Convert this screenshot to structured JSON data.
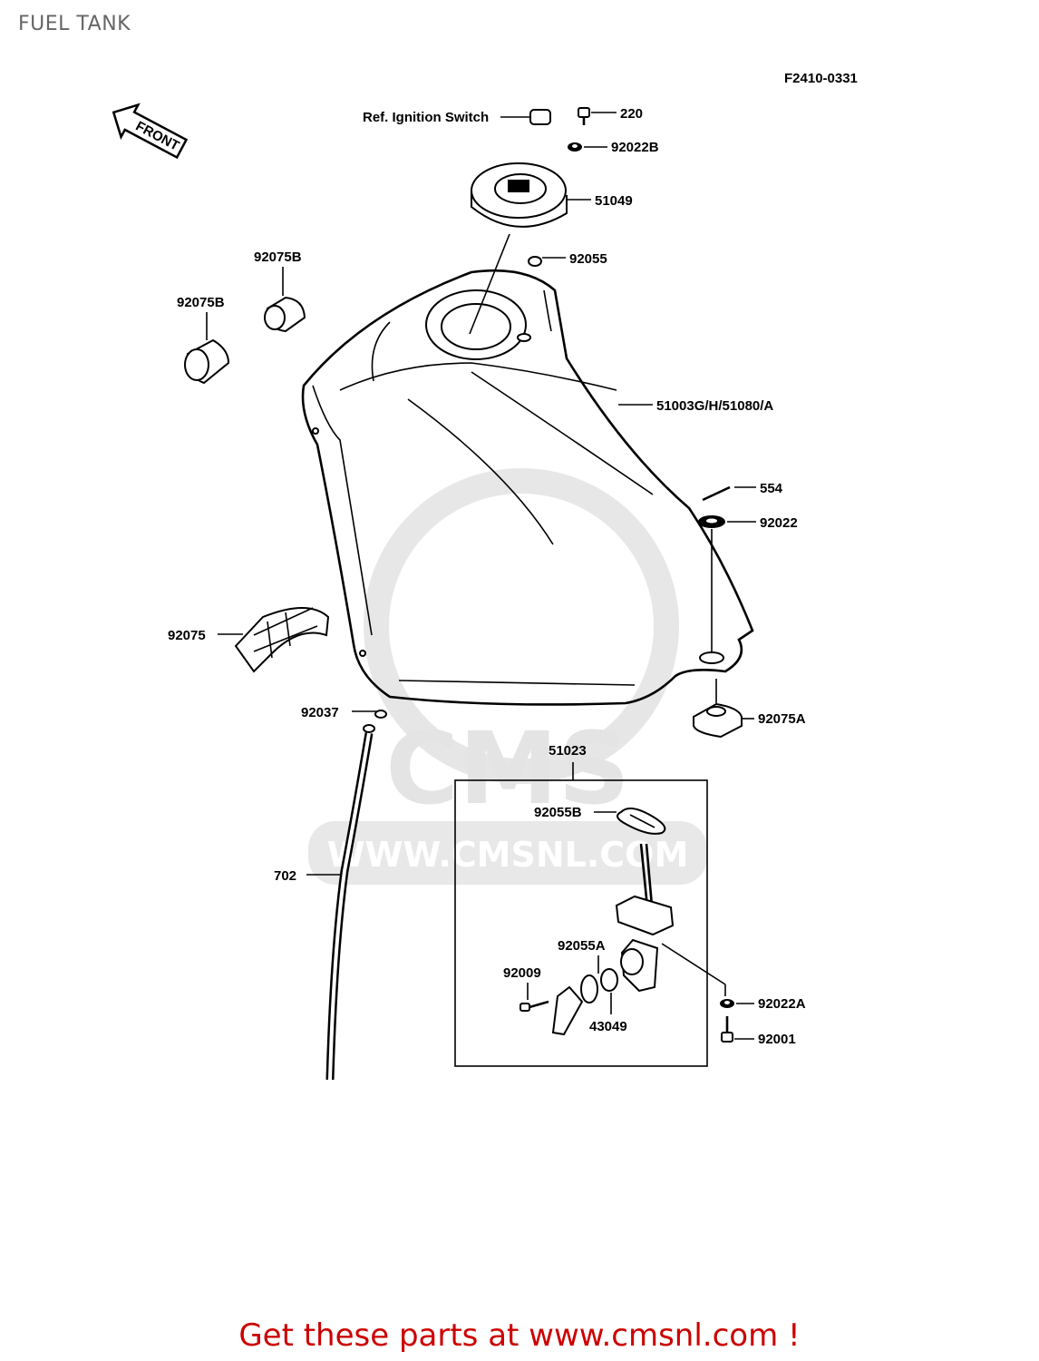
{
  "page": {
    "title": "FUEL TANK"
  },
  "diagram": {
    "code": "F2410-0331",
    "front_label": "FRONT",
    "watermark": {
      "text": "CMS",
      "url": "WWW.CMSNL.COM"
    },
    "parts": {
      "ref_ignition": "Ref. Ignition Switch",
      "p220": "220",
      "p92022b": "92022B",
      "p51049": "51049",
      "p92055": "92055",
      "p92075b_1": "92075B",
      "p92075b_2": "92075B",
      "p51003": "51003G/H/51080/A",
      "p554": "554",
      "p92022": "92022",
      "p92075": "92075",
      "p92075a": "92075A",
      "p92037": "92037",
      "p51023": "51023",
      "p92055b": "92055B",
      "p702": "702",
      "p92055a": "92055A",
      "p92009": "92009",
      "p43049": "43049",
      "p92022a": "92022A",
      "p92001": "92001"
    }
  },
  "footer": {
    "text": "Get these parts at www.cmsnl.com !"
  }
}
